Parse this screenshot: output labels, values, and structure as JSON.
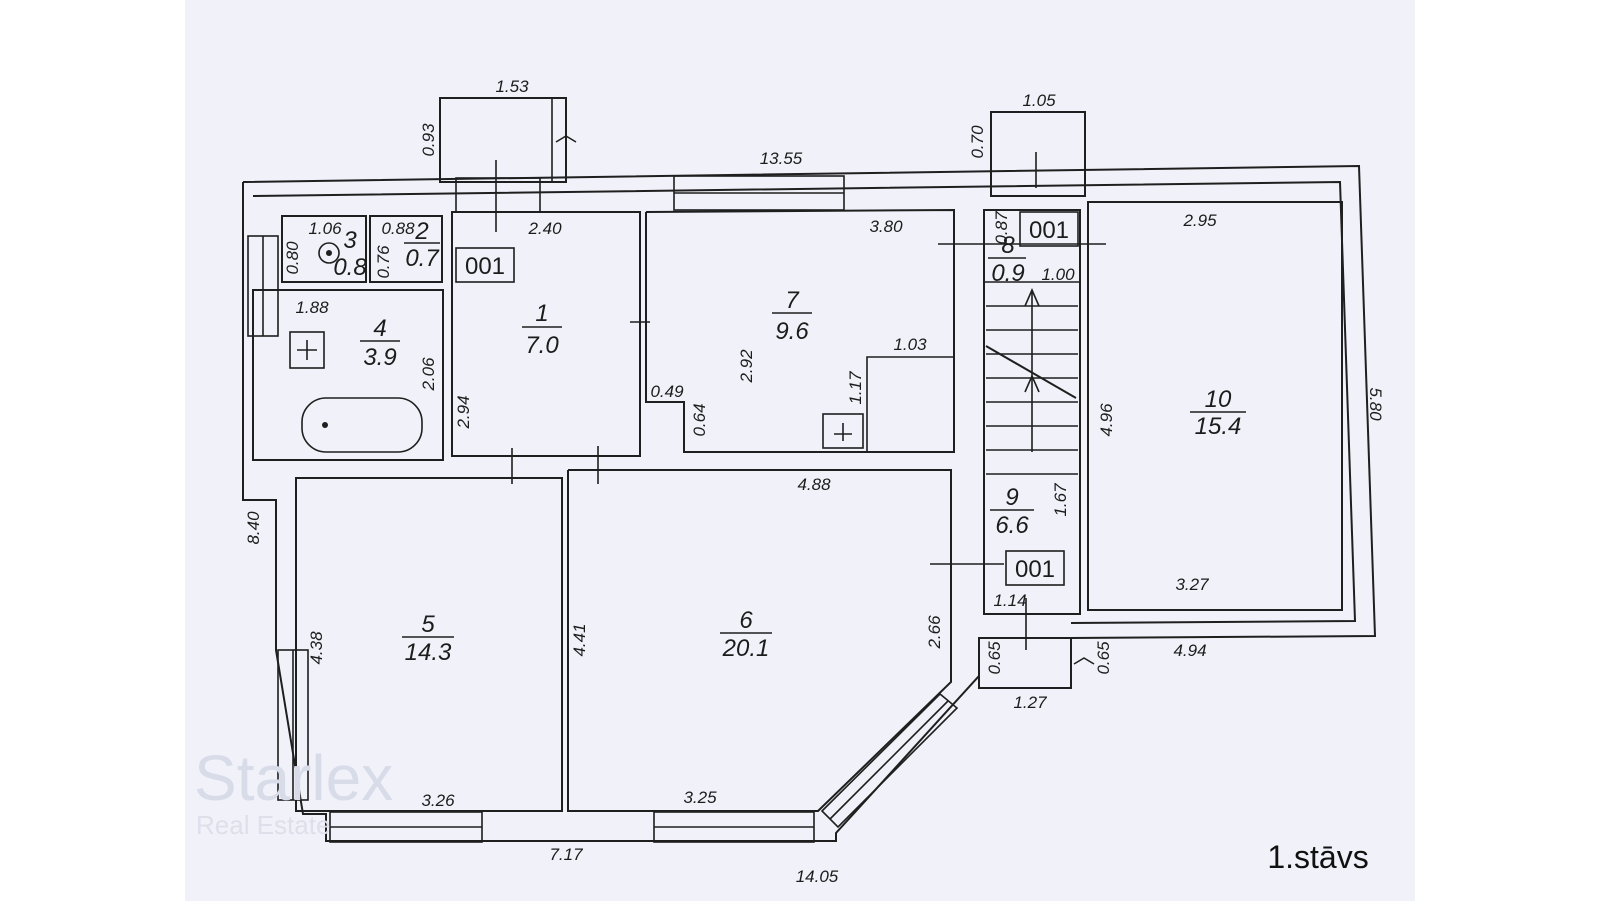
{
  "plan": {
    "caption": "1.stāvs",
    "watermark": {
      "brand": "Starlex",
      "sub": "Real Estate"
    },
    "colors": {
      "paper": "#f1f1f9",
      "ink": "#1f1f1f",
      "background": "#ffffff"
    },
    "rooms": [
      {
        "id": "1",
        "area": "7.0"
      },
      {
        "id": "2",
        "area": "0.7"
      },
      {
        "id": "3",
        "area": "0.8"
      },
      {
        "id": "4",
        "area": "3.9"
      },
      {
        "id": "5",
        "area": "14.3"
      },
      {
        "id": "6",
        "area": "20.1"
      },
      {
        "id": "7",
        "area": "9.6"
      },
      {
        "id": "8",
        "area": "0.9"
      },
      {
        "id": "9",
        "area": "6.6"
      },
      {
        "id": "10",
        "area": "15.4"
      }
    ],
    "tags": [
      "001",
      "001",
      "001"
    ],
    "dimensions": [
      "1.53",
      "0.93",
      "13.55",
      "1.05",
      "0.70",
      "2.40",
      "3.80",
      "2.95",
      "1.06",
      "0.88",
      "0.80",
      "0.76",
      "0.87",
      "1.00",
      "1.88",
      "2.06",
      "2.94",
      "2.92",
      "1.03",
      "1.17",
      "0.49",
      "0.64",
      "4.96",
      "5.80",
      "4.88",
      "1.67",
      "8.40",
      "4.38",
      "4.41",
      "2.66",
      "1.14",
      "3.27",
      "0.65",
      "0.65",
      "4.94",
      "1.27",
      "3.26",
      "3.25",
      "7.17",
      "14.05"
    ]
  }
}
